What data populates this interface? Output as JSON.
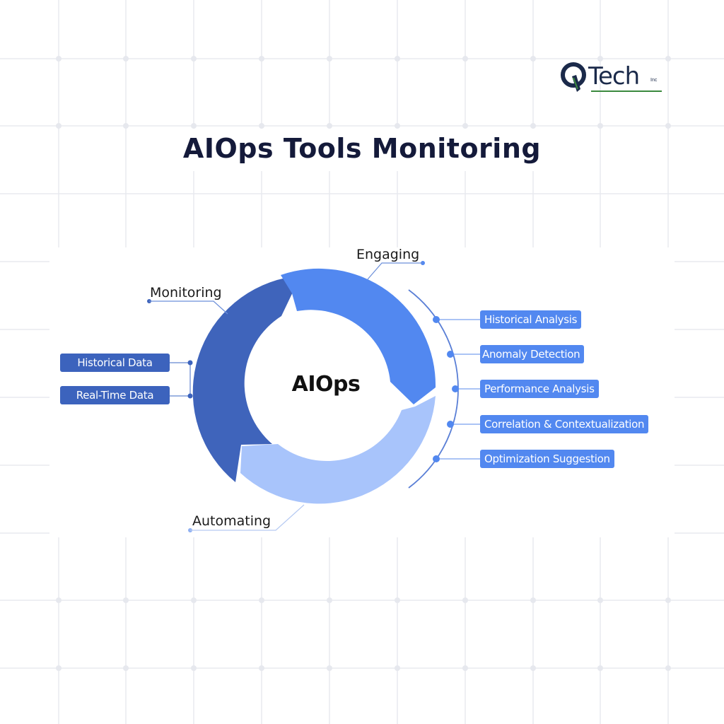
{
  "logo": {
    "text": "Tech",
    "suffix": "Inc",
    "mark": "Q"
  },
  "title": "AIOps Tools Monitoring",
  "diagram": {
    "center_label": "AIOps",
    "stages": [
      {
        "label": "Monitoring",
        "color": "#3f64bb"
      },
      {
        "label": "Engaging",
        "color": "#5288f0"
      },
      {
        "label": "Automating",
        "color": "#a8c4fb"
      }
    ],
    "inputs": [
      {
        "label": "Historical Data"
      },
      {
        "label": "Real-Time Data"
      }
    ],
    "outputs": [
      {
        "label": "Historical Analysis"
      },
      {
        "label": "Anomaly Detection"
      },
      {
        "label": "Performance Analysis"
      },
      {
        "label": "Correlation & Contextualization"
      },
      {
        "label": "Optimization Suggestion"
      }
    ]
  },
  "colors": {
    "title": "#141a3a",
    "dark_blue": "#3f64bb",
    "mid_blue": "#5288f0",
    "light_blue": "#a8c4fb",
    "connector": "#5a7fd6",
    "grid": "#e6e8ee"
  }
}
